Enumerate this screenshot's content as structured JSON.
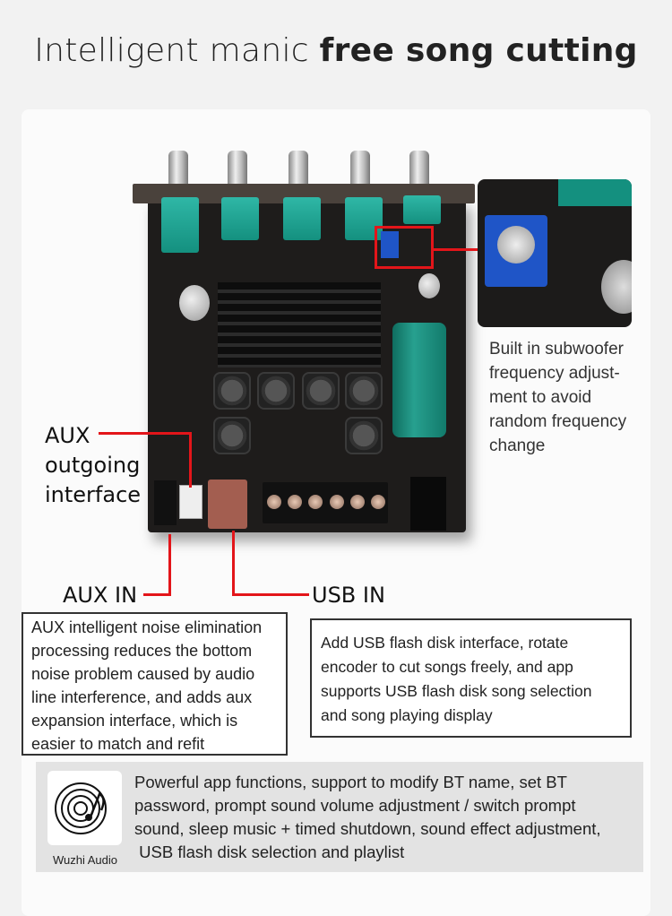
{
  "title": {
    "light": "Intelligent manic ",
    "bold": "free song cutting"
  },
  "callouts": {
    "subwoofer": [
      "Built in subwoofer",
      "frequency adjust-",
      "ment to avoid",
      "random frequency",
      "change"
    ],
    "aux_out": [
      "AUX",
      "outgoing",
      "interface"
    ],
    "aux_in": "AUX IN",
    "usb_in": "USB IN"
  },
  "boxes": {
    "aux": [
      "AUX intelligent noise elimination",
      "processing reduces the bottom",
      "noise problem caused by audio",
      "line interference, and adds aux",
      "expansion interface, which is",
      "easier to match and refit"
    ],
    "usb": [
      "Add USB flash disk interface, rotate",
      "encoder to cut songs freely, and app",
      "supports USB flash disk song selection",
      "and song playing display"
    ]
  },
  "app": {
    "name": "Wuzhi Audio",
    "icon": "vinyl-music-note-icon",
    "lines": [
      "Powerful app functions, support to modify BT name, set BT",
      "password, prompt sound volume adjustment / switch prompt",
      "sound, sleep music + timed shutdown, sound effect adjustment,",
      " USB flash disk selection and playlist"
    ]
  },
  "colors": {
    "accent": "#e3151a",
    "pcb": "#1e1c1b",
    "pot": "#14907f"
  }
}
